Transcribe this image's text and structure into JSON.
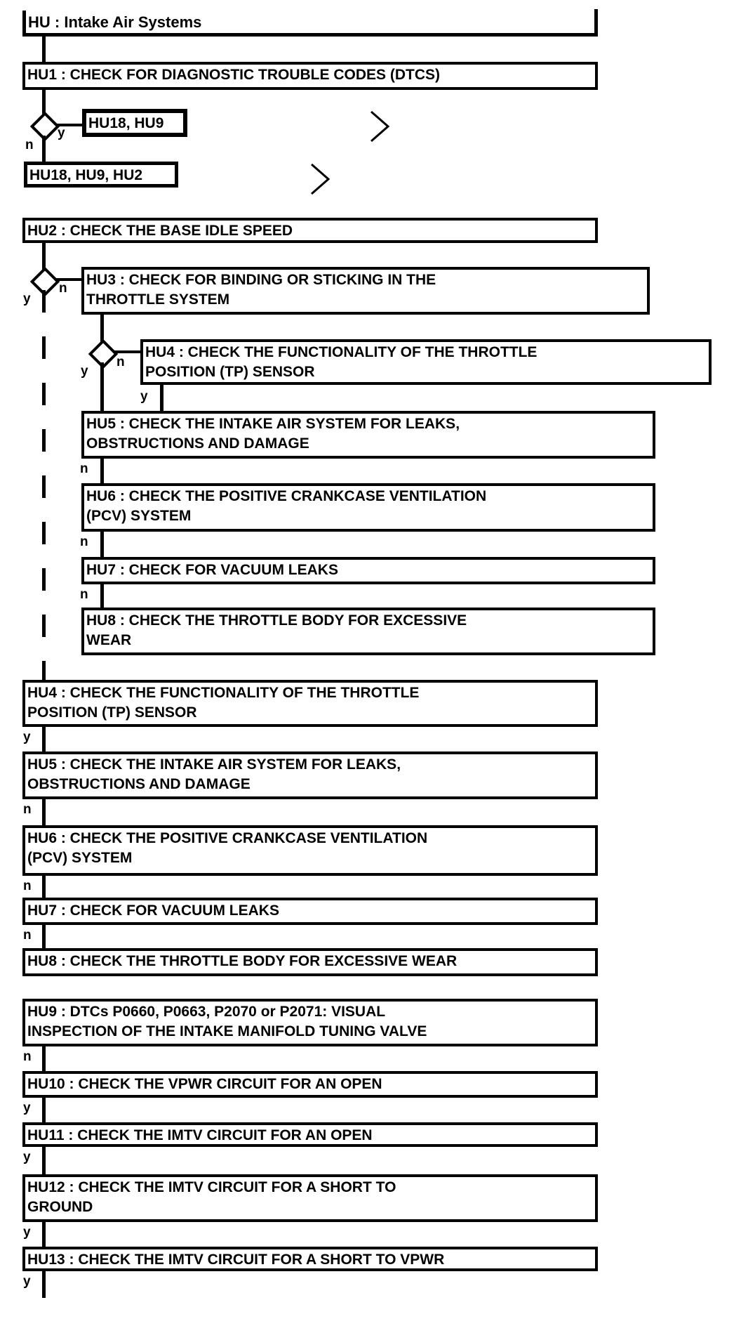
{
  "diagram": {
    "title": "HU : Intake Air Systems",
    "colors": {
      "background": "#ffffff",
      "line": "#000000"
    },
    "branch_labels": {
      "yes": "y",
      "no": "n"
    },
    "icons": {
      "continuation": "continuation-chevron-icon"
    },
    "nodes": [
      {
        "id": "HU1",
        "lines": [
          "HU1 : CHECK FOR DIAGNOSTIC TROUBLE CODES (DTCS)"
        ]
      },
      {
        "id": "HU18-HU9",
        "lines": [
          "HU18, HU9"
        ]
      },
      {
        "id": "HU18-HU9-HU2",
        "lines": [
          "HU18, HU9, HU2"
        ]
      },
      {
        "id": "HU2",
        "lines": [
          "HU2 : CHECK THE BASE IDLE SPEED"
        ]
      },
      {
        "id": "HU3",
        "lines": [
          "HU3 : CHECK FOR BINDING OR STICKING IN THE",
          "THROTTLE SYSTEM"
        ]
      },
      {
        "id": "HU4-sub",
        "lines": [
          "HU4 : CHECK THE FUNCTIONALITY OF THE THROTTLE",
          "POSITION (TP) SENSOR"
        ]
      },
      {
        "id": "HU5-sub",
        "lines": [
          "HU5 : CHECK THE INTAKE AIR SYSTEM FOR LEAKS,",
          "OBSTRUCTIONS AND DAMAGE"
        ]
      },
      {
        "id": "HU6-sub",
        "lines": [
          "HU6 : CHECK THE POSITIVE CRANKCASE VENTILATION",
          "(PCV) SYSTEM"
        ]
      },
      {
        "id": "HU7-sub",
        "lines": [
          "HU7 : CHECK FOR VACUUM LEAKS"
        ]
      },
      {
        "id": "HU8-sub",
        "lines": [
          "HU8 : CHECK THE THROTTLE BODY FOR EXCESSIVE",
          "WEAR"
        ]
      },
      {
        "id": "HU4",
        "lines": [
          "HU4 : CHECK THE FUNCTIONALITY OF THE THROTTLE",
          "POSITION (TP) SENSOR"
        ]
      },
      {
        "id": "HU5",
        "lines": [
          "HU5 : CHECK THE INTAKE AIR SYSTEM FOR LEAKS,",
          "OBSTRUCTIONS AND DAMAGE"
        ]
      },
      {
        "id": "HU6",
        "lines": [
          "HU6 : CHECK THE POSITIVE CRANKCASE VENTILATION",
          "(PCV) SYSTEM"
        ]
      },
      {
        "id": "HU7",
        "lines": [
          "HU7 : CHECK FOR VACUUM LEAKS"
        ]
      },
      {
        "id": "HU8",
        "lines": [
          "HU8 : CHECK THE THROTTLE BODY FOR EXCESSIVE WEAR"
        ]
      },
      {
        "id": "HU9",
        "lines": [
          "HU9 : DTCs P0660, P0663, P2070 or P2071: VISUAL",
          "INSPECTION OF THE INTAKE MANIFOLD TUNING VALVE"
        ]
      },
      {
        "id": "HU10",
        "lines": [
          "HU10 : CHECK THE VPWR CIRCUIT FOR AN OPEN"
        ]
      },
      {
        "id": "HU11",
        "lines": [
          "HU11 : CHECK THE IMTV CIRCUIT FOR AN OPEN"
        ]
      },
      {
        "id": "HU12",
        "lines": [
          "HU12 : CHECK THE IMTV CIRCUIT FOR A SHORT TO",
          "GROUND"
        ]
      },
      {
        "id": "HU13",
        "lines": [
          "HU13 : CHECK THE IMTV CIRCUIT FOR A SHORT TO VPWR"
        ]
      }
    ]
  }
}
